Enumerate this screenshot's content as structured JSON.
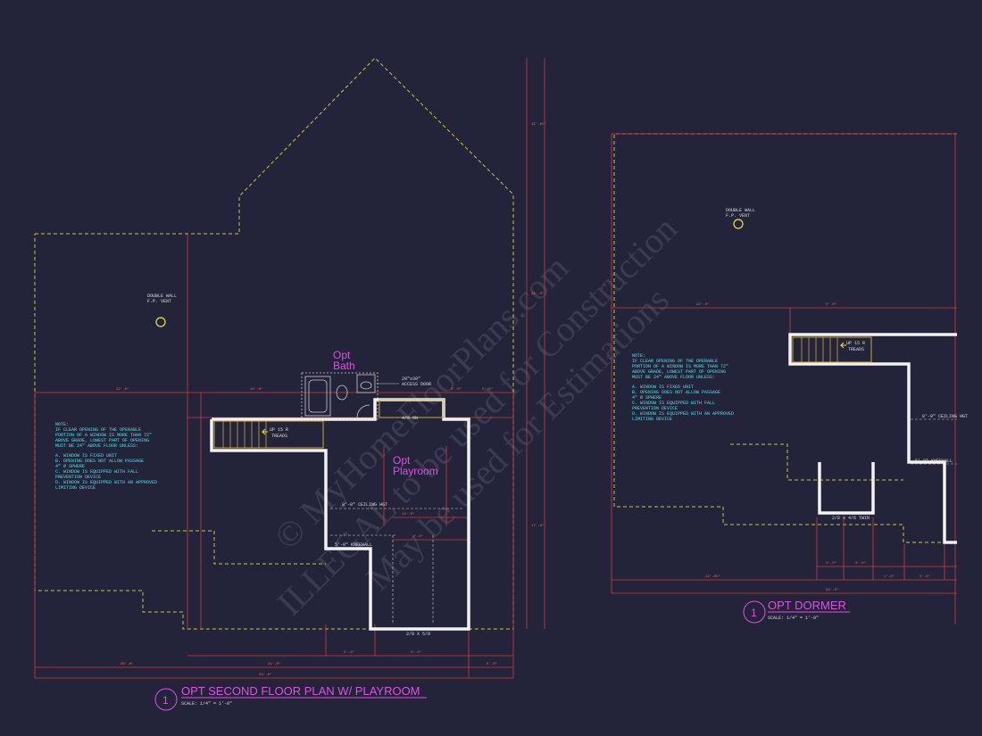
{
  "plans": {
    "left": {
      "number": "1",
      "title": "OPT SECOND FLOOR PLAN W/ PLAYROOM",
      "scale": "SCALE: 1/4\" = 1'-0\"",
      "room_bath_line1": "Opt",
      "room_bath_line2": "Bath",
      "room_play_line1": "Opt",
      "room_play_line2": "Playroom",
      "vent_label_line1": "DOUBLE WALL",
      "vent_label_line2": "F.P. VENT",
      "access_door_line1": "20\"x30\"",
      "access_door_line2": "ACCESS DOOR",
      "stair_label": "UP 15 R",
      "stair_label2": "TREADS",
      "ceiling_label": "8'-0\" CEILING HGT",
      "kneewall_label": "5'-0\" KNEEWALL",
      "window_label": "2/8 X 5/0",
      "door_label": "4/0 ON",
      "notes": [
        "NOTE:",
        "IF CLEAR OPENING OF THE OPERABLE",
        "PORTION OF A WINDOW IS MORE THAN 72\"",
        "ABOVE GRADE, LOWEST PART OF OPENING",
        "MUST BE 24\" ABOVE FLOOR UNLESS:",
        "",
        "A.  WINDOW IS FIXED UNIT",
        "B.  OPENING DOES NOT ALLOW PASSAGE",
        "     4\" Ø SPHERE",
        "C.  WINDOW IS EQUIPPED WITH FALL",
        "     PREVENTION DEVICE",
        "D.  WINDOW IS EQUIPPED WITH AN APPROVED",
        "     LIMITING DEVICE"
      ]
    },
    "right": {
      "number": "1",
      "title": "OPT DORMER",
      "scale": "SCALE: 1/4\" = 1'-0\"",
      "vent_label_line1": "DOUBLE WALL",
      "vent_label_line2": "F.P. VENT",
      "stair_label": "UP 15 R",
      "stair_label2": "TREADS",
      "ceiling_label": "8'-0\" CEILING HGT",
      "kneewall_label": "5'-0\" KNEEWALL",
      "window_label": "2/8 X 4/6 TWIN",
      "notes": [
        "NOTE:",
        "IF CLEAR OPENING OF THE OPERABLE",
        "PORTION OF A WINDOW IS MORE THAN 72\"",
        "ABOVE GRADE, LOWEST PART OF OPENING",
        "MUST BE 24\" ABOVE FLOOR UNLESS:",
        "",
        "A.  WINDOW IS FIXED UNIT",
        "B.  OPENING DOES NOT ALLOW PASSAGE",
        "     4\" Ø SPHERE",
        "C.  WINDOW IS EQUIPPED WITH FALL",
        "     PREVENTION DEVICE",
        "D.  WINDOW IS EQUIPPED WITH AN APPROVED",
        "     LIMITING DEVICE"
      ]
    }
  },
  "watermark": {
    "line1": "© MyHomeFloorPlans.com",
    "line2": "ILLEGAL to be used for Construction",
    "line3": "May be used for Estimations"
  },
  "colors": {
    "background": "#23233a",
    "wall": "#f2f2f2",
    "dimension": "#d13c3c",
    "roof_outline": "#c9c93a",
    "label_pink": "#e24fe4",
    "notes_cyan": "#4fe3e6"
  }
}
